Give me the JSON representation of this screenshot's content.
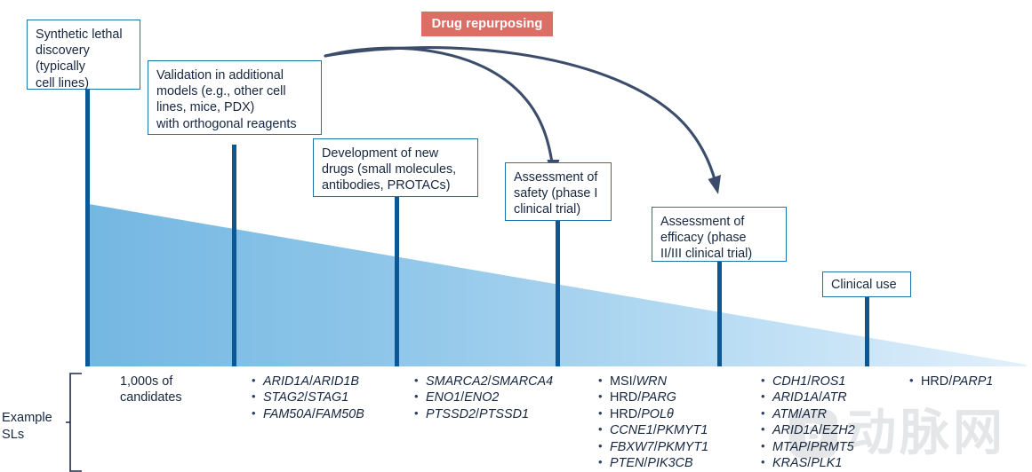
{
  "badge": {
    "label": "Drug repurposing",
    "color": "#dd6e66"
  },
  "theme": {
    "box_border": "#1d74ab",
    "stem": "#0b5894",
    "arrow": "#3b4d6b",
    "wedge_start": "#74b7e2",
    "wedge_end": "#dcecf9",
    "text": "#16263f"
  },
  "stages": [
    {
      "name": "synthetic-lethal-discovery",
      "text": "Synthetic lethal\ndiscovery\n(typically\ncell lines)"
    },
    {
      "name": "validation-additional-models",
      "text": "Validation in additional\nmodels (e.g., other cell\nlines, mice, PDX)\nwith orthogonal reagents"
    },
    {
      "name": "development-new-drugs",
      "text": "Development of new\ndrugs (small molecules,\nantibodies, PROTACs)"
    },
    {
      "name": "assessment-safety",
      "text": "Assessment of\nsafety (phase I\nclinical trial)"
    },
    {
      "name": "assessment-efficacy",
      "text": "Assessment of\nefficacy (phase\nII/III clinical trial)"
    },
    {
      "name": "clinical-use",
      "text": "Clinical use"
    }
  ],
  "sl_label": "Example\nSLs",
  "columns": [
    {
      "name": "candidates",
      "plain": "1,000s of\ncandidates",
      "items": []
    },
    {
      "name": "sl-column-2",
      "items": [
        {
          "a": "ARID1A",
          "a_italic": true,
          "b": "ARID1B",
          "b_italic": true
        },
        {
          "a": "STAG2",
          "a_italic": true,
          "b": "STAG1",
          "b_italic": true
        },
        {
          "a": "FAM50A",
          "a_italic": true,
          "b": "FAM50B",
          "b_italic": true
        }
      ]
    },
    {
      "name": "sl-column-3",
      "items": [
        {
          "a": "SMARCA2",
          "a_italic": true,
          "b": "SMARCA4",
          "b_italic": true
        },
        {
          "a": "ENO1",
          "a_italic": true,
          "b": "ENO2",
          "b_italic": true
        },
        {
          "a": "PTSSD2",
          "a_italic": true,
          "b": "PTSSD1",
          "b_italic": true
        }
      ]
    },
    {
      "name": "sl-column-4",
      "items": [
        {
          "a": "MSI",
          "a_italic": false,
          "b": "WRN",
          "b_italic": true
        },
        {
          "a": "HRD",
          "a_italic": false,
          "b": "PARG",
          "b_italic": true
        },
        {
          "a": "HRD",
          "a_italic": false,
          "b": "POLθ",
          "b_italic": true
        },
        {
          "a": "CCNE1",
          "a_italic": true,
          "b": "PKMYT1",
          "b_italic": true
        },
        {
          "a": "FBXW7",
          "a_italic": true,
          "b": "PKMYT1",
          "b_italic": true
        },
        {
          "a": "PTEN",
          "a_italic": true,
          "b": "PIK3CB",
          "b_italic": true
        }
      ]
    },
    {
      "name": "sl-column-5",
      "items": [
        {
          "a": "CDH1",
          "a_italic": true,
          "b": "ROS1",
          "b_italic": true
        },
        {
          "a": "ARID1A",
          "a_italic": true,
          "b": "ATR",
          "b_italic": true
        },
        {
          "a": "ATM",
          "a_italic": true,
          "b": "ATR",
          "b_italic": true
        },
        {
          "a": "ARID1A",
          "a_italic": true,
          "b": "EZH2",
          "b_italic": true
        },
        {
          "a": "MTAP",
          "a_italic": true,
          "b": "PRMT5",
          "b_italic": true
        },
        {
          "a": "KRAS",
          "a_italic": true,
          "b": "PLK1",
          "b_italic": true
        }
      ]
    },
    {
      "name": "sl-column-6",
      "items": [
        {
          "a": "HRD",
          "a_italic": false,
          "b": "PARP1",
          "b_italic": true
        }
      ]
    }
  ],
  "watermark": {
    "logo": "B",
    "text": "动脉网"
  }
}
